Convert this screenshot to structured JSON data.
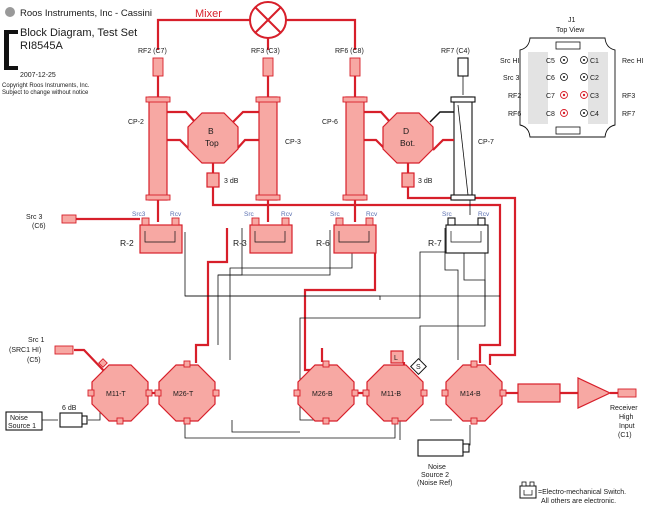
{
  "header": {
    "company": "Roos Instruments, Inc - Cassini",
    "title_line1": "Block Diagram, Test Set",
    "title_line2": "RI8545A",
    "date": "2007-12-25",
    "copyright_line1": "Copyright Roos Instruments, Inc.",
    "copyright_line2": "Subject to change without notice"
  },
  "mixer": {
    "label": "Mixer"
  },
  "rf_ports": {
    "rf2": "RF2 (C7)",
    "rf3": "RF3 (C3)",
    "rf6": "RF6 (C8)",
    "rf7": "RF7 (C4)"
  },
  "couplers": {
    "cp2": "CP-2",
    "cp3": "CP-3",
    "cp6": "CP-6",
    "cp7": "CP-7"
  },
  "bridges": {
    "b_top_1": "B",
    "b_top_2": "Top",
    "d_bot_1": "D",
    "d_bot_2": "Bot."
  },
  "attenuators": {
    "a1": "3 dB",
    "a2": "3 dB",
    "a3": "6 dB"
  },
  "relays": {
    "r2": "R-2",
    "r3": "R-3",
    "r6": "R-6",
    "r7": "R-7",
    "src": "Src",
    "src3": "Src3",
    "rcv": "Rcv"
  },
  "sources": {
    "src3_line1": "Src 3",
    "src3_line2": "(C6)",
    "src1_line1": "Src 1",
    "src1_line2": "(SRC1 HI)",
    "src1_line3": "(C5)",
    "noise1_line1": "Noise",
    "noise1_line2": "Source 1",
    "noise2_line1": "Noise",
    "noise2_line2": "Source 2",
    "noise2_line3": "(Noise Ref)"
  },
  "switches": {
    "m11t": "M11-T",
    "m26t": "M26-T",
    "m26b": "M26-B",
    "m11b": "M11-B",
    "m14b": "M14-B",
    "l_badge": "L",
    "s_badge": "S"
  },
  "receiver": {
    "line1": "Receiver",
    "line2": "High",
    "line3": "Input",
    "line4": "(C1)"
  },
  "j1": {
    "title": "J1",
    "subtitle": "Top View",
    "left_labels": [
      "Src HI",
      "Src 3",
      "RF2",
      "RF6"
    ],
    "right_labels": [
      "Rec HI",
      "RF3",
      "RF7"
    ],
    "pins_left": [
      "C5",
      "C6",
      "C7",
      "C8"
    ],
    "pins_right": [
      "C1",
      "C2",
      "C3",
      "C4"
    ],
    "red_pins": [
      "C7",
      "C8",
      "C3"
    ]
  },
  "legend": {
    "line1": "=Electro-mechanical Switch.",
    "line2": "All others are electronic."
  }
}
